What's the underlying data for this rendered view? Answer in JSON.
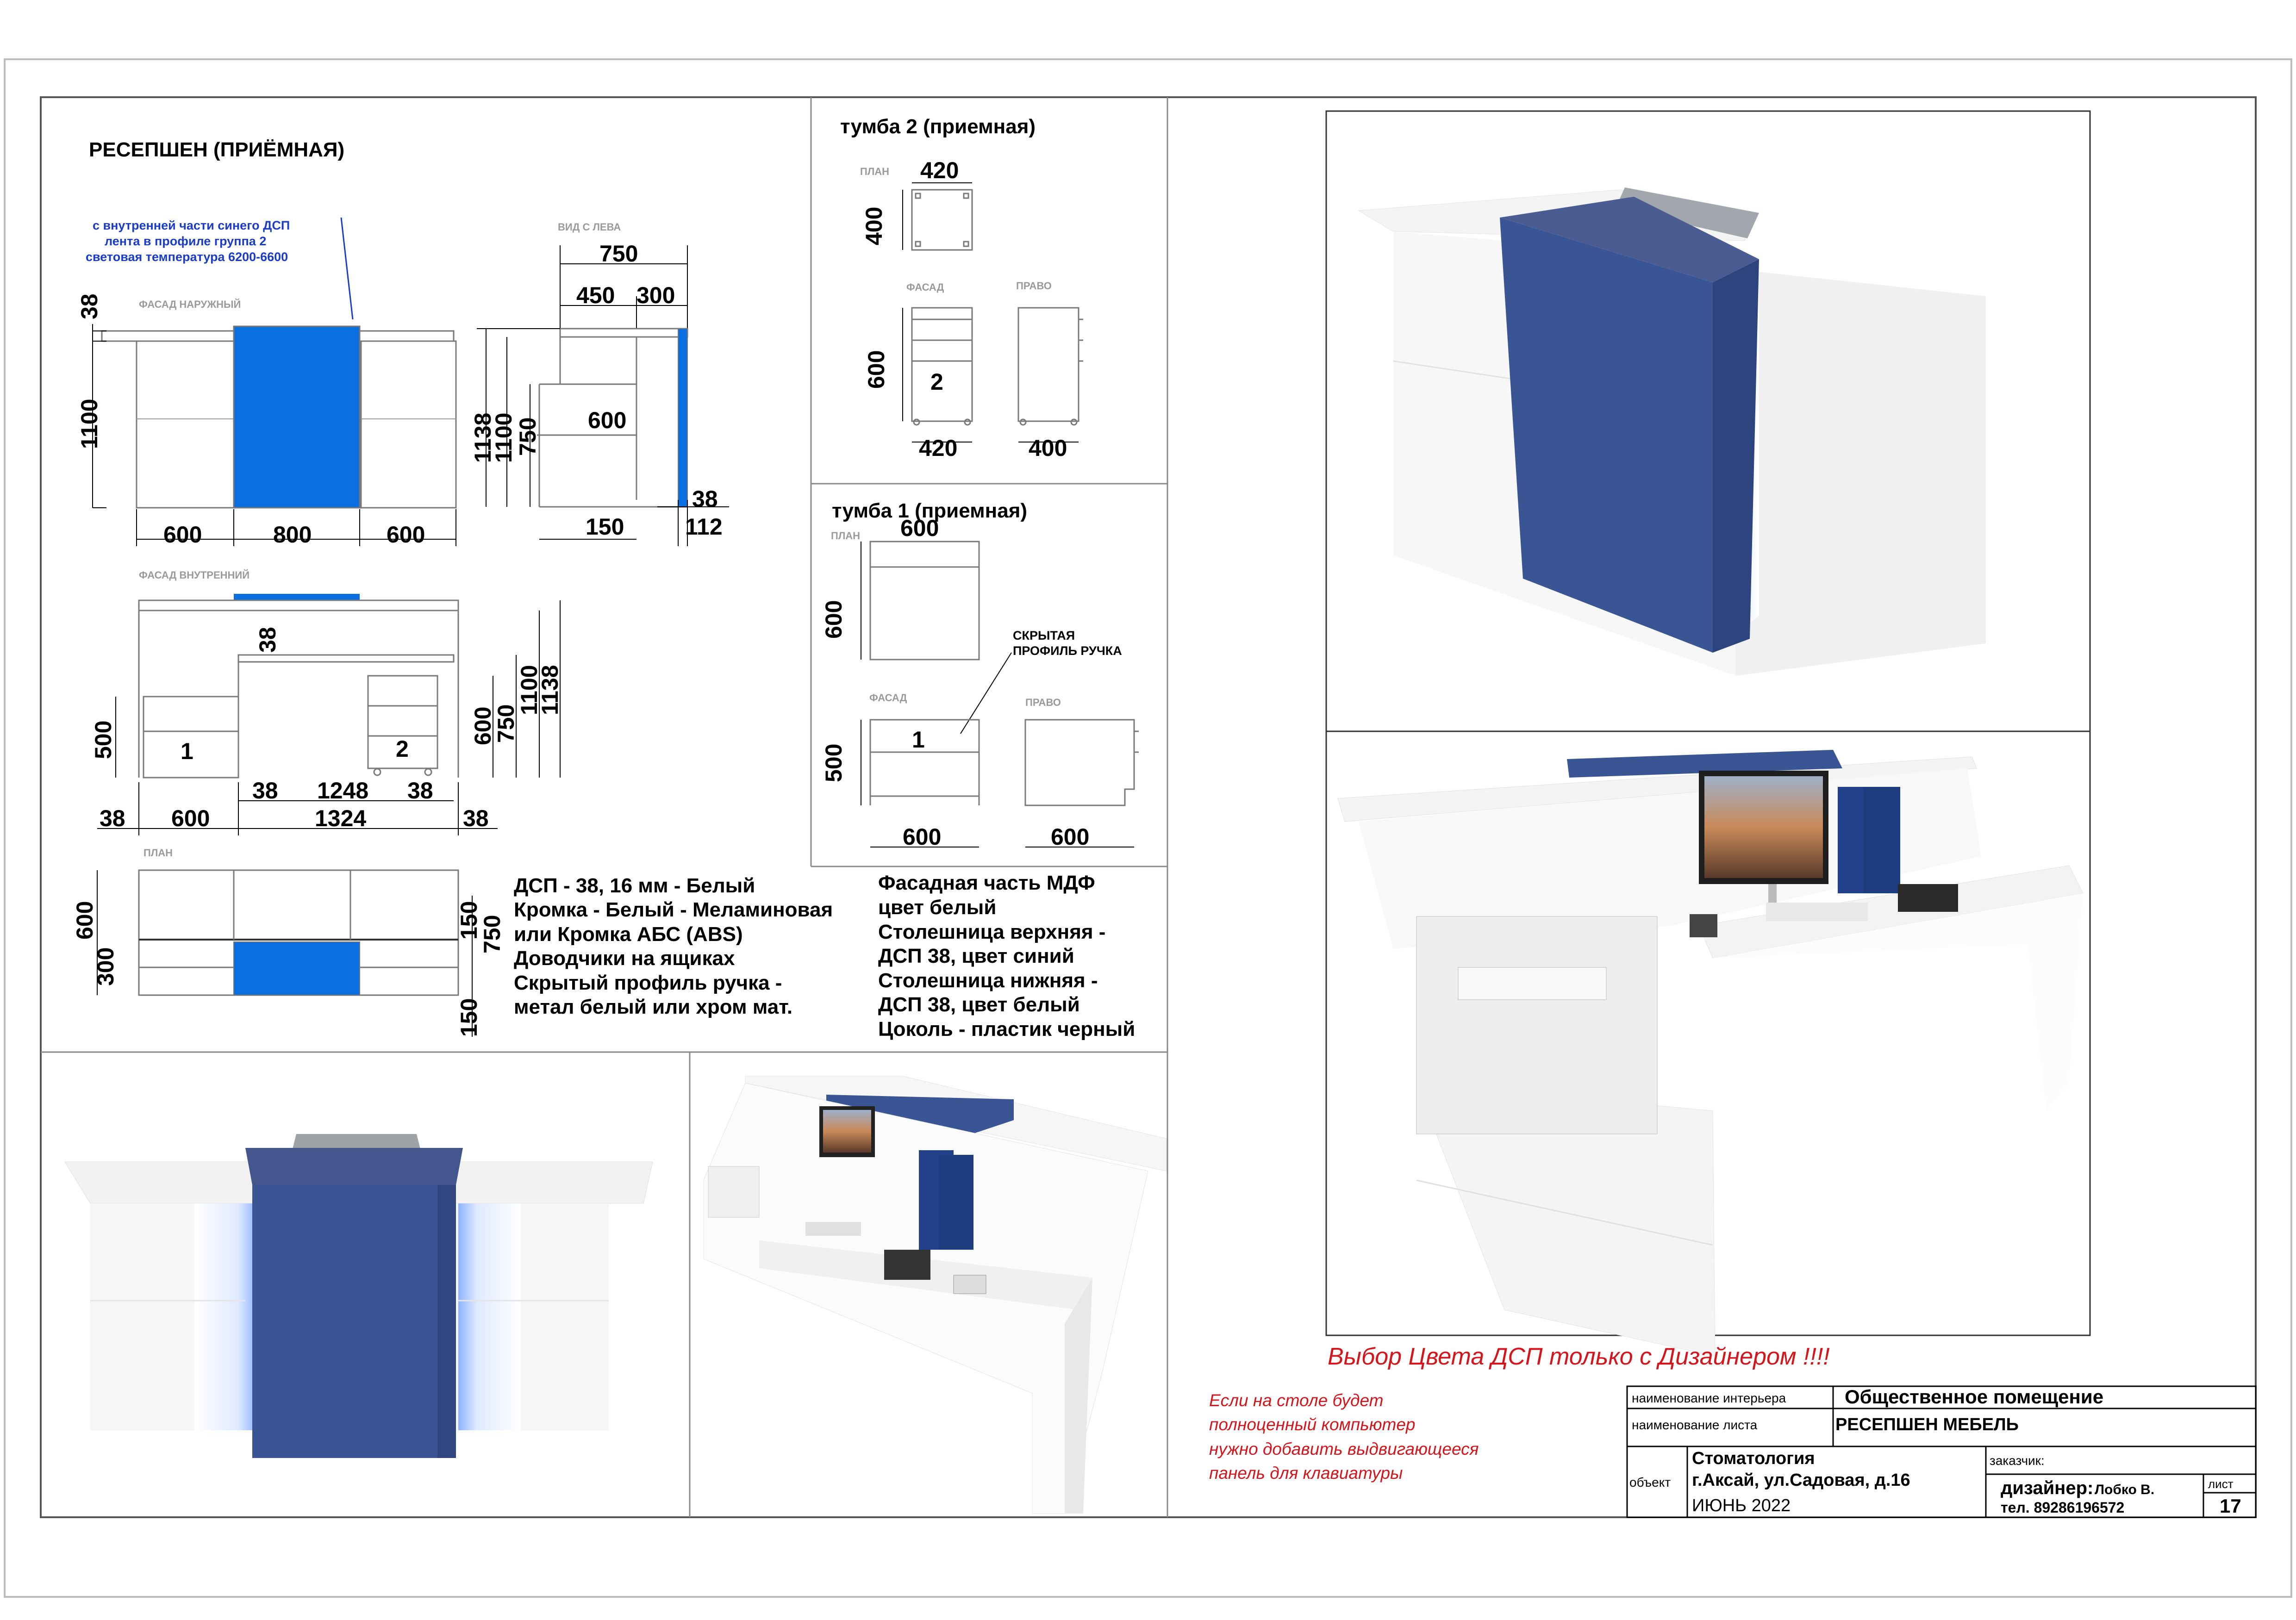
{
  "title_main": "РЕСЕПШЕН (ПРИЁМНАЯ)",
  "note_blue": [
    "с внутренней части синего ДСП",
    "лента в профиле группа 2",
    "световая температура 6200-6600"
  ],
  "view_labels": {
    "facade_outer": "ФАСАД НАРУЖНЫЙ",
    "left_view": "ВИД С ЛЕВА",
    "facade_inner": "ФАСАД ВНУТРЕННИЙ",
    "plan": "ПЛАН",
    "plan_small": "ПЛАН",
    "facade_small": "ФАСАД",
    "right_small": "ПРАВО"
  },
  "dims_outer": {
    "d38": "38",
    "d1100": "1100",
    "d600a": "600",
    "d800": "800",
    "d600b": "600"
  },
  "dims_left": {
    "d750": "750",
    "d450": "450",
    "d300": "300",
    "d1138": "1138",
    "d1100": "1100",
    "d750v": "750",
    "d600": "600",
    "d150": "150",
    "d38": "38",
    "d112": "112"
  },
  "dims_inner": {
    "d38top": "38",
    "d500": "500",
    "n1": "1",
    "n2": "2",
    "d600": "600",
    "d750": "750",
    "d1100": "1100",
    "d1138": "1138",
    "b38a": "38",
    "b1248": "1248",
    "b38b": "38",
    "c38a": "38",
    "c600": "600",
    "c1324": "1324",
    "c38b": "38"
  },
  "dims_plan": {
    "d600": "600",
    "d300": "300",
    "d150a": "150",
    "d750": "750",
    "d150b": "150"
  },
  "tumba2": {
    "title": "тумба 2 (приемная)",
    "d420top": "420",
    "d400": "400",
    "d600": "600",
    "n2": "2",
    "d420": "420",
    "d400b": "400"
  },
  "tumba1": {
    "title": "тумба 1 (приемная)",
    "d600top": "600",
    "d600v": "600",
    "handle": [
      "СКРЫТАЯ",
      "ПРОФИЛЬ РУЧКА"
    ],
    "d500": "500",
    "n1": "1",
    "d600a": "600",
    "d600b": "600"
  },
  "materials_left": [
    "ДСП - 38, 16 мм - Белый",
    "Кромка - Белый - Меламиновая",
    "или Кромка АБС (ABS)",
    "Доводчики на ящиках",
    "Скрытый профиль ручка -",
    "метал белый или хром мат."
  ],
  "materials_right": [
    "Фасадная часть МДФ",
    "цвет белый",
    "Столешница верхняя -",
    "ДСП 38, цвет синий",
    "Столешница нижняя  -",
    "ДСП 38, цвет белый",
    "Цоколь - пластик черный"
  ],
  "warning": "Выбор Цвета ДСП только с Дизайнером !!!!",
  "note_red": [
    "Если на столе будет",
    "полноценный компьютер",
    "нужно добавить выдвигающееся",
    "панель для клавиатуры"
  ],
  "stamp": {
    "interior_label": "наименование интерьера",
    "interior_value": "Общественное помещение",
    "sheet_label": "наименование листа",
    "sheet_value": "РЕСЕПШЕН МЕБЕЛЬ",
    "object_label": "объект",
    "object_value_1": "Стоматология",
    "object_value_2": "г.Аксай, ул.Садовая, д.16",
    "date": "ИЮНЬ 2022",
    "customer_label": "заказчик:",
    "designer_label": "дизайнер:",
    "designer_name": "Лобко В.",
    "phone": "тел. 89286196572",
    "sheet_no_label": "лист",
    "sheet_no": "17"
  },
  "colors": {
    "accent_blue": "#0a6fe0",
    "render_blue": "#3a5593",
    "warning_red": "#d4161c",
    "label_blue": "#1a3cc9"
  }
}
